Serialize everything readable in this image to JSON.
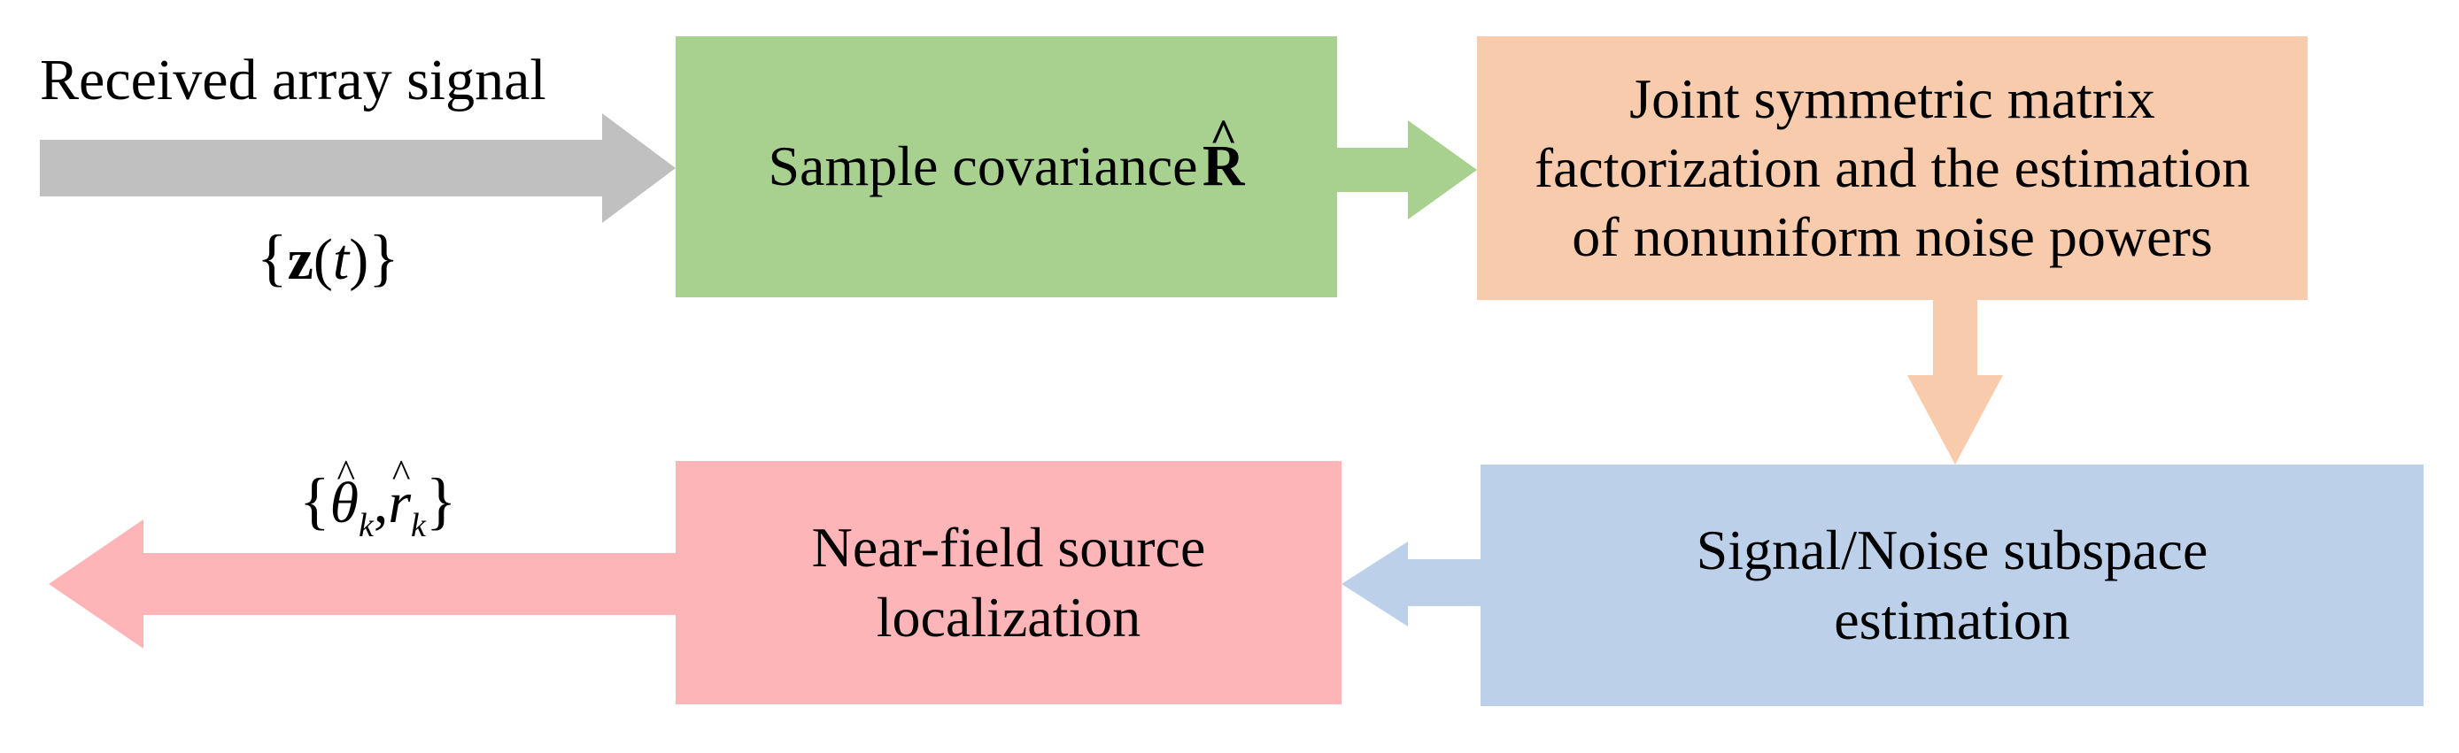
{
  "diagram": {
    "input_label": "Received array signal",
    "input_symbol": {
      "brace_open": "{",
      "var": "z",
      "arg_open": "(",
      "arg": "t",
      "arg_close": ")",
      "brace_close": "}"
    },
    "boxes": {
      "sample_covariance": {
        "text": "Sample covariance",
        "symbol": "R",
        "hat": "^"
      },
      "joint_factorization": {
        "lines": [
          "Joint symmetric matrix",
          "factorization and the estimation",
          "of nonuniform noise powers"
        ]
      },
      "subspace_estimation": {
        "lines": [
          "Signal/Noise subspace",
          "estimation"
        ]
      },
      "near_field": {
        "lines": [
          "Near-field source",
          "localization"
        ]
      }
    },
    "output_symbol": {
      "brace_open": "{",
      "theta": "θ",
      "hat": "^",
      "sub": "k",
      "comma": ",",
      "r": "r",
      "brace_close": "}"
    },
    "colors": {
      "green": "#a8d18f",
      "orange": "#f7cbac",
      "blue": "#bcd0ea",
      "pink": "#feb5b8",
      "gray_arrow": "#c0c0c0"
    }
  }
}
